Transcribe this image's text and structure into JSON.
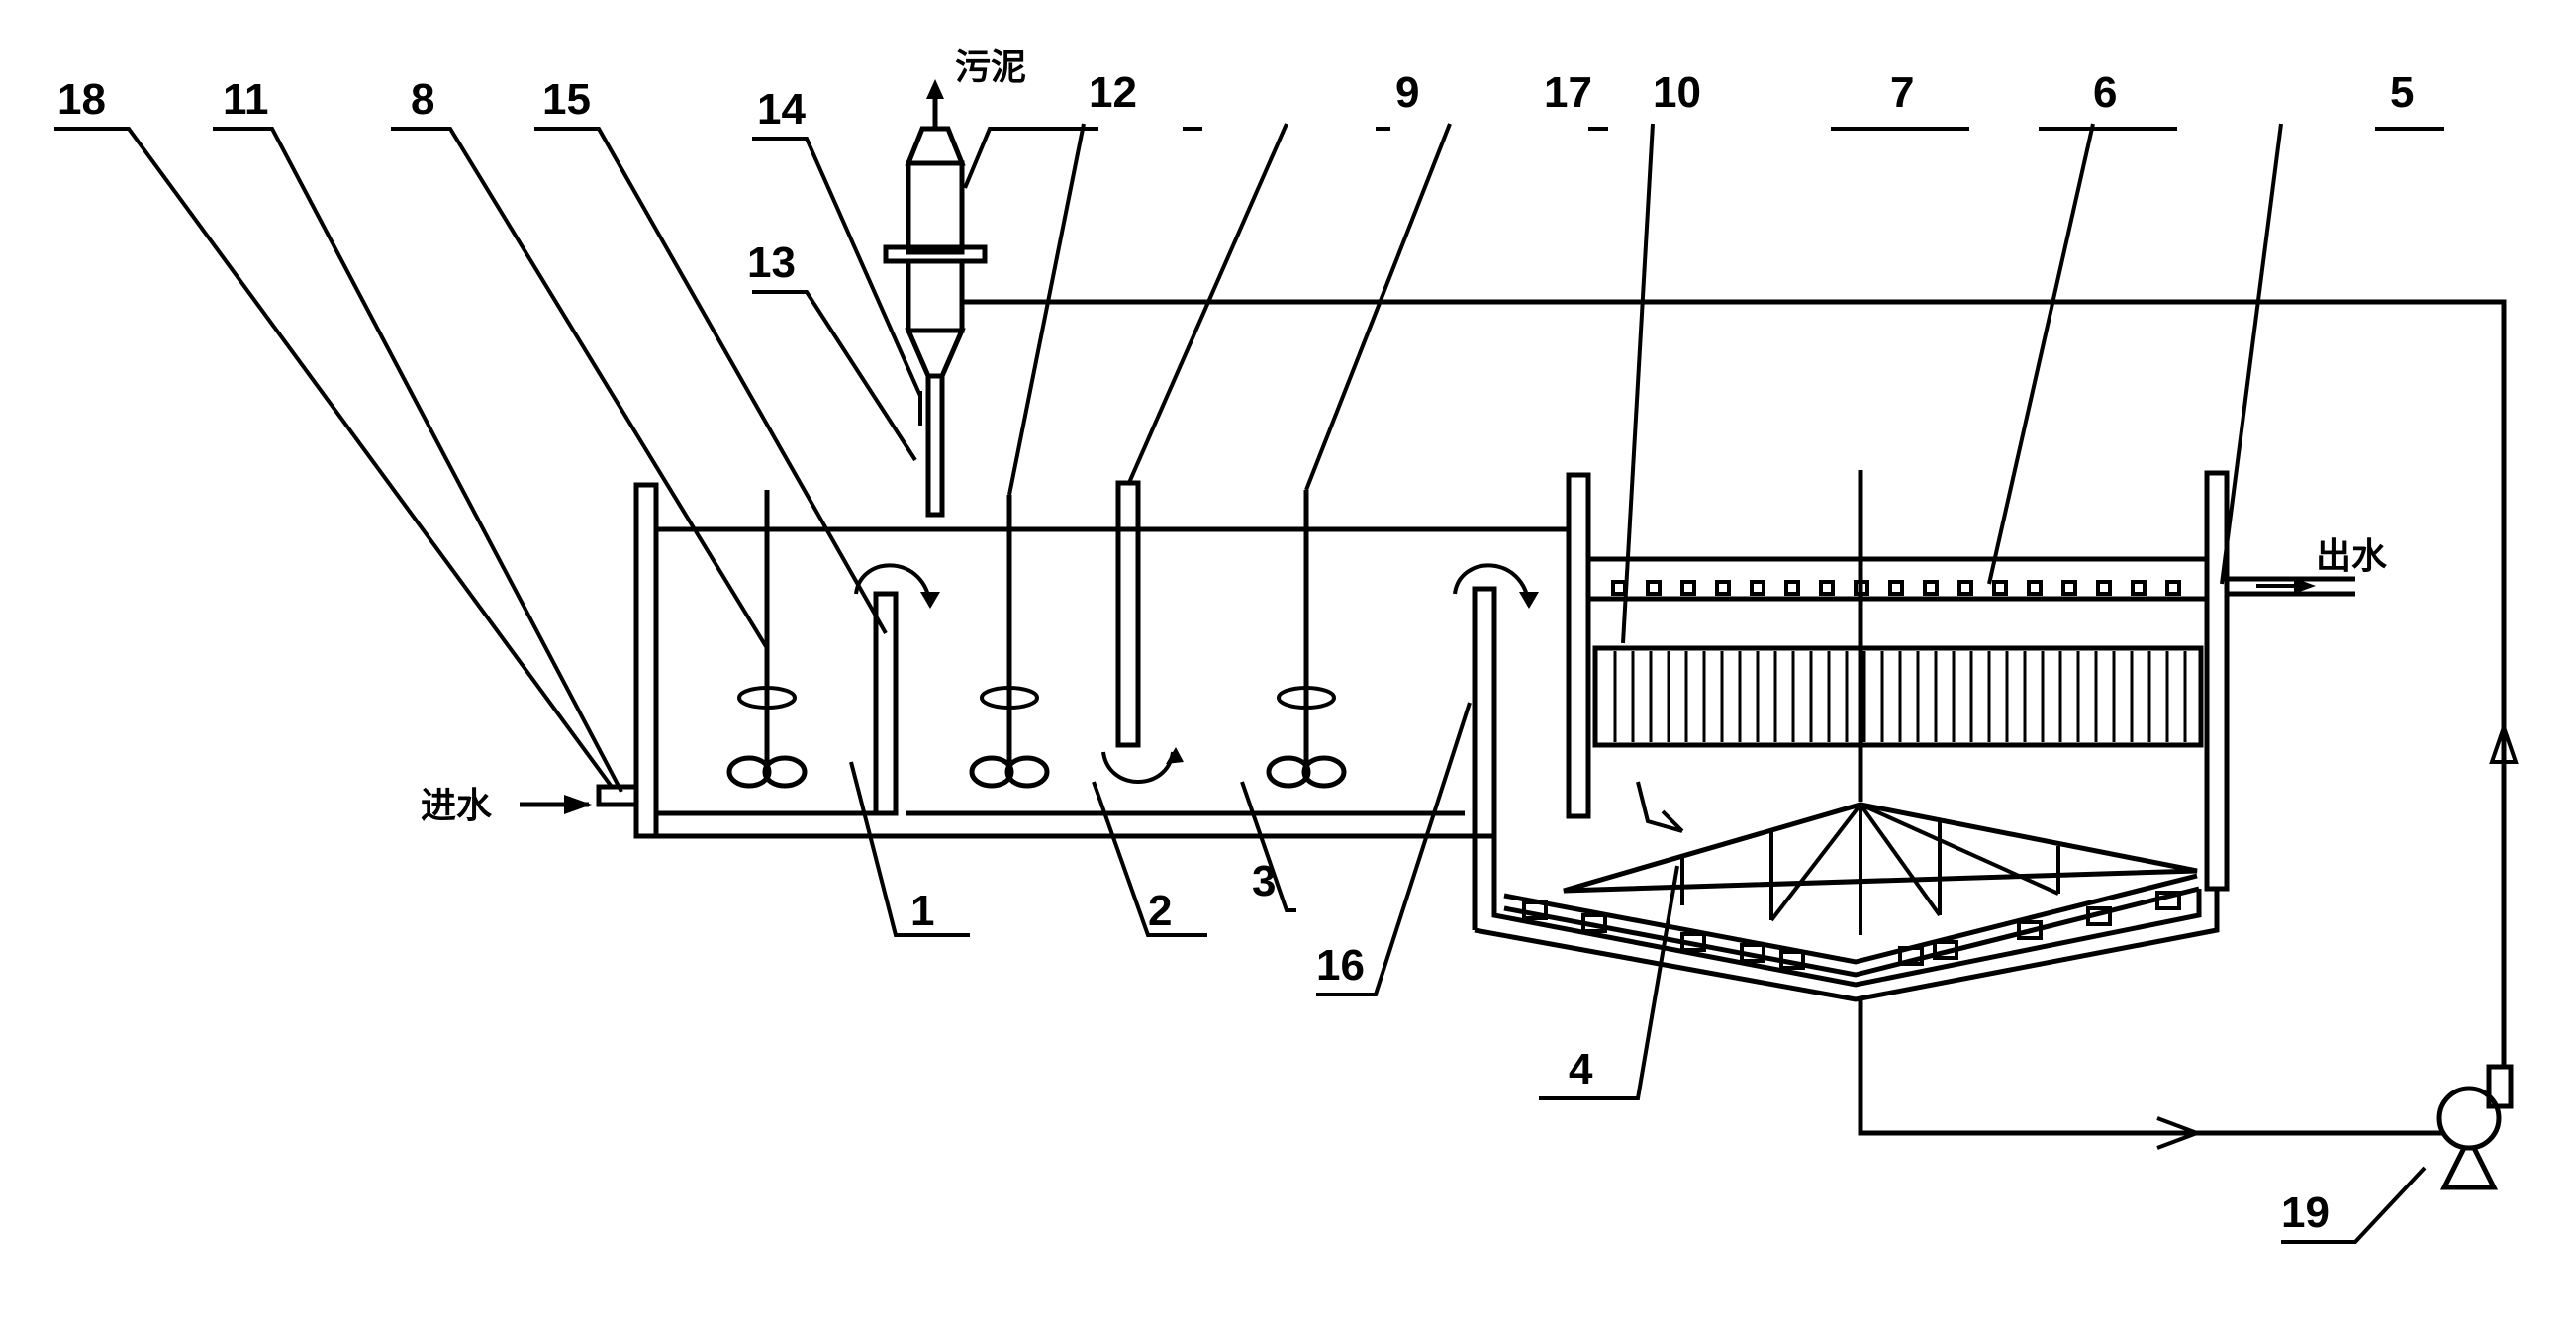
{
  "labels": {
    "inlet": "进水",
    "outlet": "出水",
    "sludge": "污泥"
  },
  "callouts": [
    "1",
    "2",
    "3",
    "4",
    "5",
    "6",
    "7",
    "8",
    "9",
    "10",
    "11",
    "12",
    "13",
    "14",
    "15",
    "16",
    "17",
    "18",
    "19"
  ]
}
